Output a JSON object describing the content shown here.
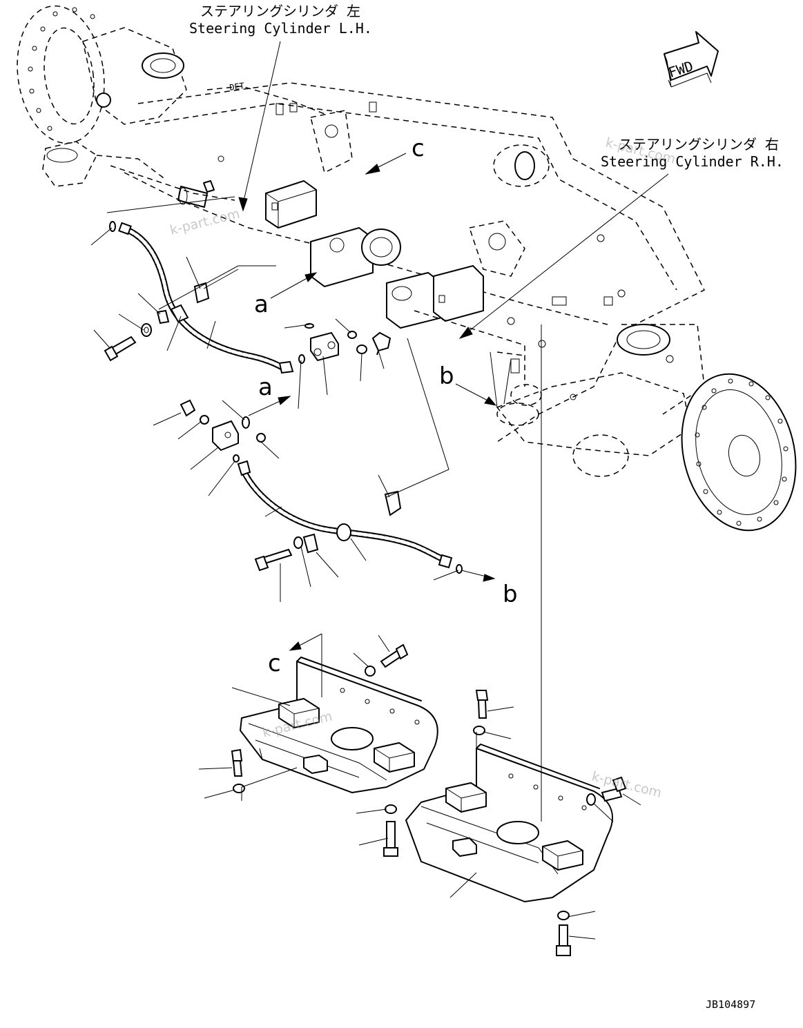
{
  "labels": {
    "left_cyl_jp": "ステアリングシリンダ 左",
    "left_cyl_en": "Steering Cylinder L.H.",
    "right_cyl_jp": "ステアリングシリンダ 右",
    "right_cyl_en": "Steering Cylinder R.H.",
    "fwd": "FWD",
    "ref_a": "a",
    "ref_b": "b",
    "ref_c": "c",
    "drawing_no": "JB104897",
    "det_mark": "DET",
    "watermark": "k-part.com"
  }
}
